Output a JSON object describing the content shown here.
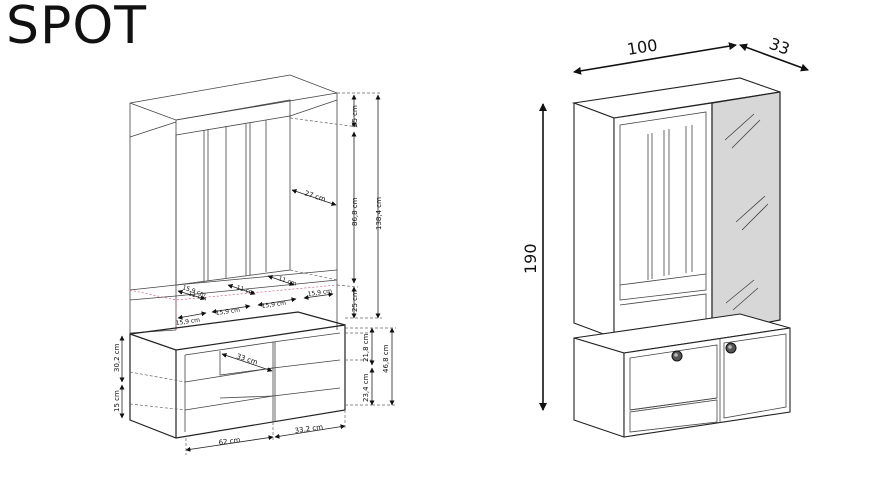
{
  "title": "SPOT",
  "overall": {
    "width": "100",
    "depth": "33",
    "height": "190"
  },
  "detail": {
    "top_panel": "25 cm",
    "panel_height": "86,8 cm",
    "total_upper": "138,4 cm",
    "hook_depth": "27 cm",
    "shelf_gap": "25 cm",
    "bench_top": "21,8 cm",
    "bench_total": "46,8 cm",
    "bench_lower": "23,4 cm",
    "left_upper": "30,2 cm",
    "left_lower": "15 cm",
    "inner_depth": "33 cm",
    "base_width": "62 cm",
    "base_side": "33,2 cm",
    "hook_a": "11 cm",
    "hook_b": "11 cm",
    "hook_c": "11 cm",
    "gap_1": "15,9 cm",
    "gap_2": "15,9 cm",
    "gap_3": "15,9 cm",
    "gap_4": "15,9 cm",
    "gap_5": "15,9 cm"
  },
  "colors": {
    "line": "#222222",
    "mirror": "#d7d7d7",
    "accent_dash": "#d24a6c"
  }
}
